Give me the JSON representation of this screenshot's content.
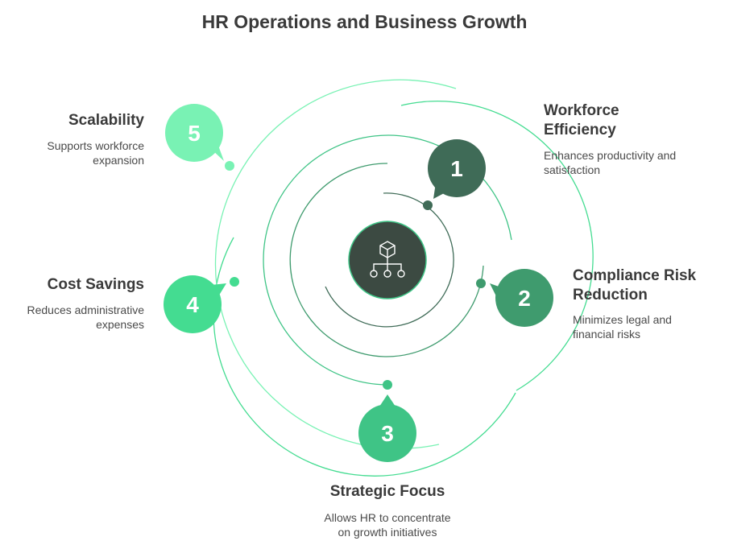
{
  "title": "HR Operations and Business Growth",
  "colors": {
    "step1": "#3f6b57",
    "step2": "#3f9b6e",
    "step3": "#3fc486",
    "step4": "#44dc91",
    "step5": "#79f2b4",
    "center": "#3c4a42"
  },
  "center_icon": "org-chart-icon",
  "steps": [
    {
      "number": "1",
      "heading_line1": "Workforce",
      "heading_line2": "Efficiency",
      "desc_line1": "Enhances productivity and",
      "desc_line2": "satisfaction"
    },
    {
      "number": "2",
      "heading_line1": "Compliance Risk",
      "heading_line2": "Reduction",
      "desc_line1": "Minimizes legal and",
      "desc_line2": "financial risks"
    },
    {
      "number": "3",
      "heading_line1": "Strategic Focus",
      "desc_line1": "Allows HR to concentrate",
      "desc_line2": "on growth initiatives"
    },
    {
      "number": "4",
      "heading_line1": "Cost Savings",
      "desc_line1": "Reduces administrative",
      "desc_line2": "expenses"
    },
    {
      "number": "5",
      "heading_line1": "Scalability",
      "desc_line1": "Supports workforce",
      "desc_line2": "expansion"
    }
  ]
}
